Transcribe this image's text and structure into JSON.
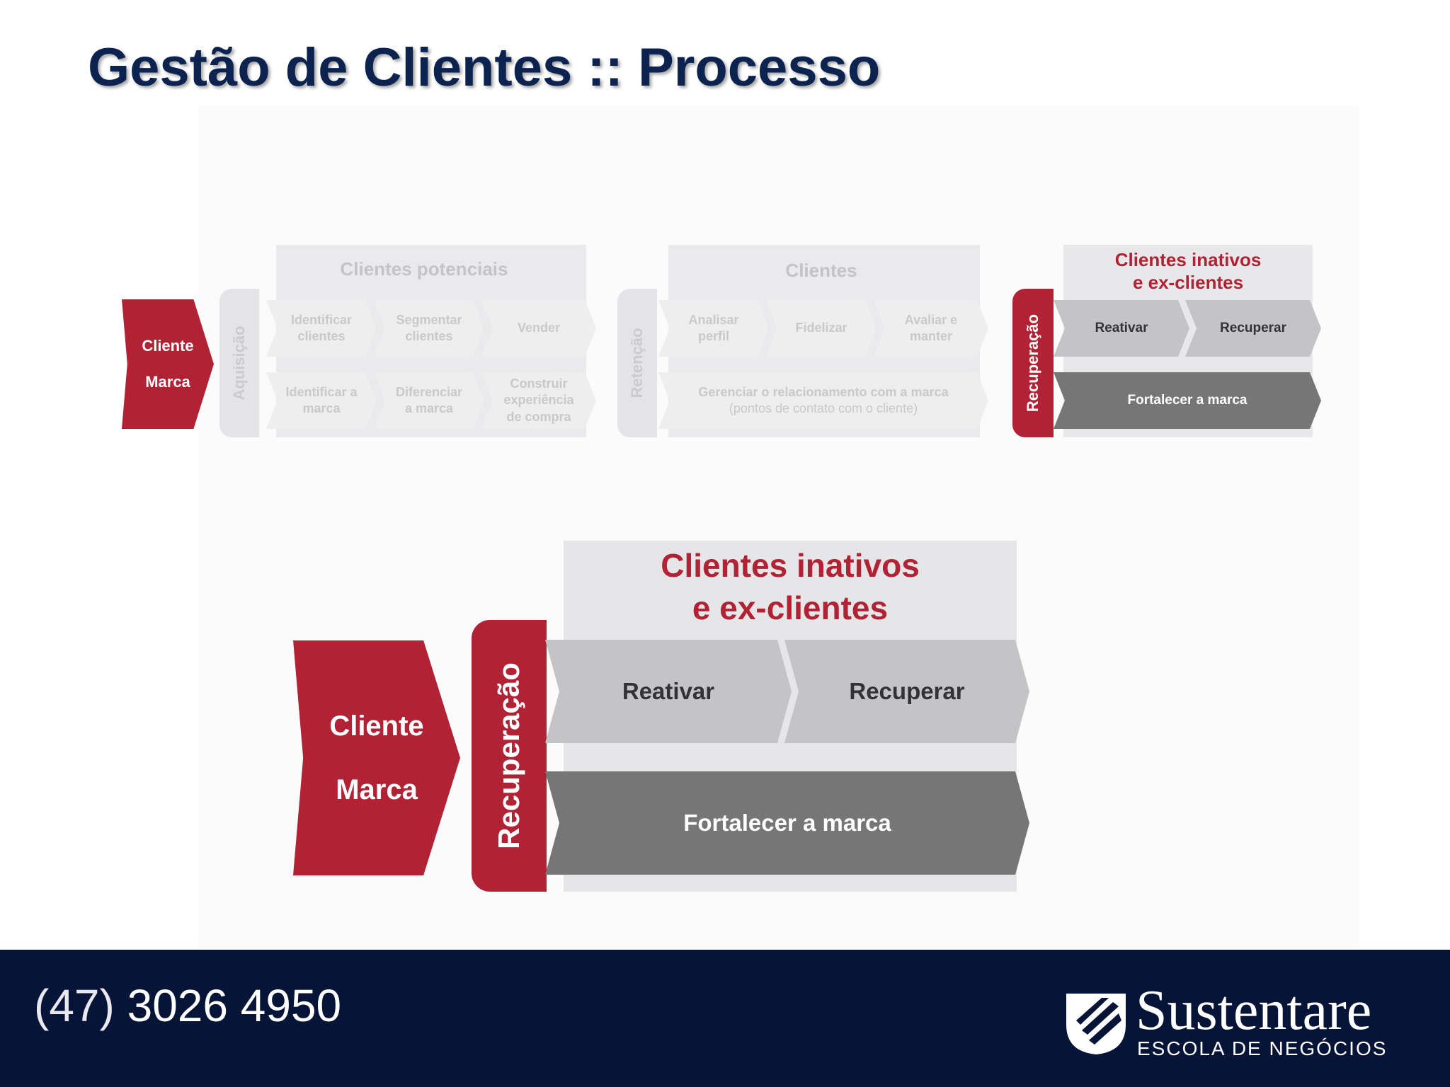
{
  "title": "Gestão de Clientes :: Processo",
  "colors": {
    "title": "#0c2350",
    "red": "#b02234",
    "footer": "#061537",
    "dark_arrow": "#767676",
    "light_arrow": "#c4c4c6"
  },
  "small_diagram": {
    "start": {
      "line1": "Cliente",
      "line2": "Marca"
    },
    "acquisition": {
      "label": "Aquisição",
      "header": "Clientes potenciais",
      "row1": [
        "Identificar clientes",
        "Segmentar clientes",
        "Vender"
      ],
      "row2": [
        "Identificar a marca",
        "Diferenciar a marca",
        "Construir experiência de compra"
      ]
    },
    "retention": {
      "label": "Retenção",
      "header": "Clientes",
      "row1": [
        "Analisar perfil",
        "Fidelizar",
        "Avaliar e manter"
      ],
      "row2_line1": "Gerenciar o relacionamento com a marca",
      "row2_line2": "(pontos de contato com o cliente)"
    },
    "recovery": {
      "label": "Recuperação",
      "header_line1": "Clientes inativos",
      "header_line2": "e ex-clientes",
      "row1": [
        "Reativar",
        "Recuperar"
      ],
      "row2": "Fortalecer a marca"
    }
  },
  "large_diagram": {
    "start": {
      "line1": "Cliente",
      "line2": "Marca"
    },
    "label": "Recuperação",
    "header_line1": "Clientes inativos",
    "header_line2": "e ex-clientes",
    "row1": [
      "Reativar",
      "Recuperar"
    ],
    "row2": "Fortalecer a marca"
  },
  "footer": {
    "phone_area": "(47)",
    "phone_number": "3026 4950",
    "logo_name": "Sustentare",
    "logo_subtitle": "ESCOLA DE NEGÓCIOS",
    "logo_icon": "sustentare-logo-icon"
  }
}
